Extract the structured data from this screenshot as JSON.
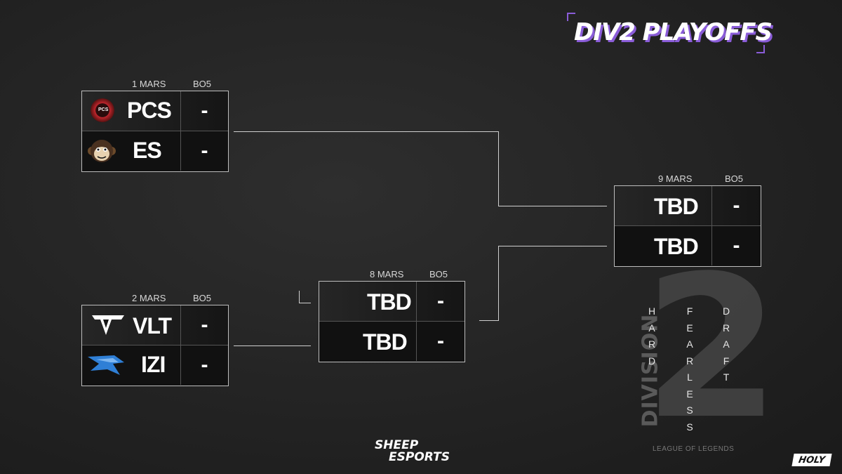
{
  "title": "DIV2 PLAYOFFS",
  "matches": {
    "sf1": {
      "date": "1 MARS",
      "format": "BO5",
      "team1": {
        "name": "PCS",
        "score": "-",
        "logo_icon": "pcs-logo-icon"
      },
      "team2": {
        "name": "ES",
        "score": "-",
        "logo_icon": "monkey-logo-icon"
      }
    },
    "sf2": {
      "date": "2 MARS",
      "format": "BO5",
      "team1": {
        "name": "VLT",
        "score": "-",
        "logo_icon": "vlt-logo-icon"
      },
      "team2": {
        "name": "IZI",
        "score": "-",
        "logo_icon": "eagle-logo-icon"
      }
    },
    "lower": {
      "date": "8 MARS",
      "format": "BO5",
      "team1": {
        "name": "TBD",
        "score": "-"
      },
      "team2": {
        "name": "TBD",
        "score": "-"
      }
    },
    "final": {
      "date": "9 MARS",
      "format": "BO5",
      "team1": {
        "name": "TBD",
        "score": "-"
      },
      "team2": {
        "name": "TBD",
        "score": "-"
      }
    }
  },
  "logo_art": {
    "big_number": "2",
    "division_label": "DIVISION",
    "hard": "HARD",
    "fearless": "FEARLESS",
    "draft": "DRAFT",
    "league": "LEAGUE OF LEGENDS"
  },
  "footer": {
    "brand_line1": "SHEEP",
    "brand_line2": "ESPORTS",
    "badge": "HOLY"
  },
  "colors": {
    "accent": "#8a5cd8",
    "pcs_red": "#c0262d",
    "izi_blue": "#2f7fd6"
  }
}
